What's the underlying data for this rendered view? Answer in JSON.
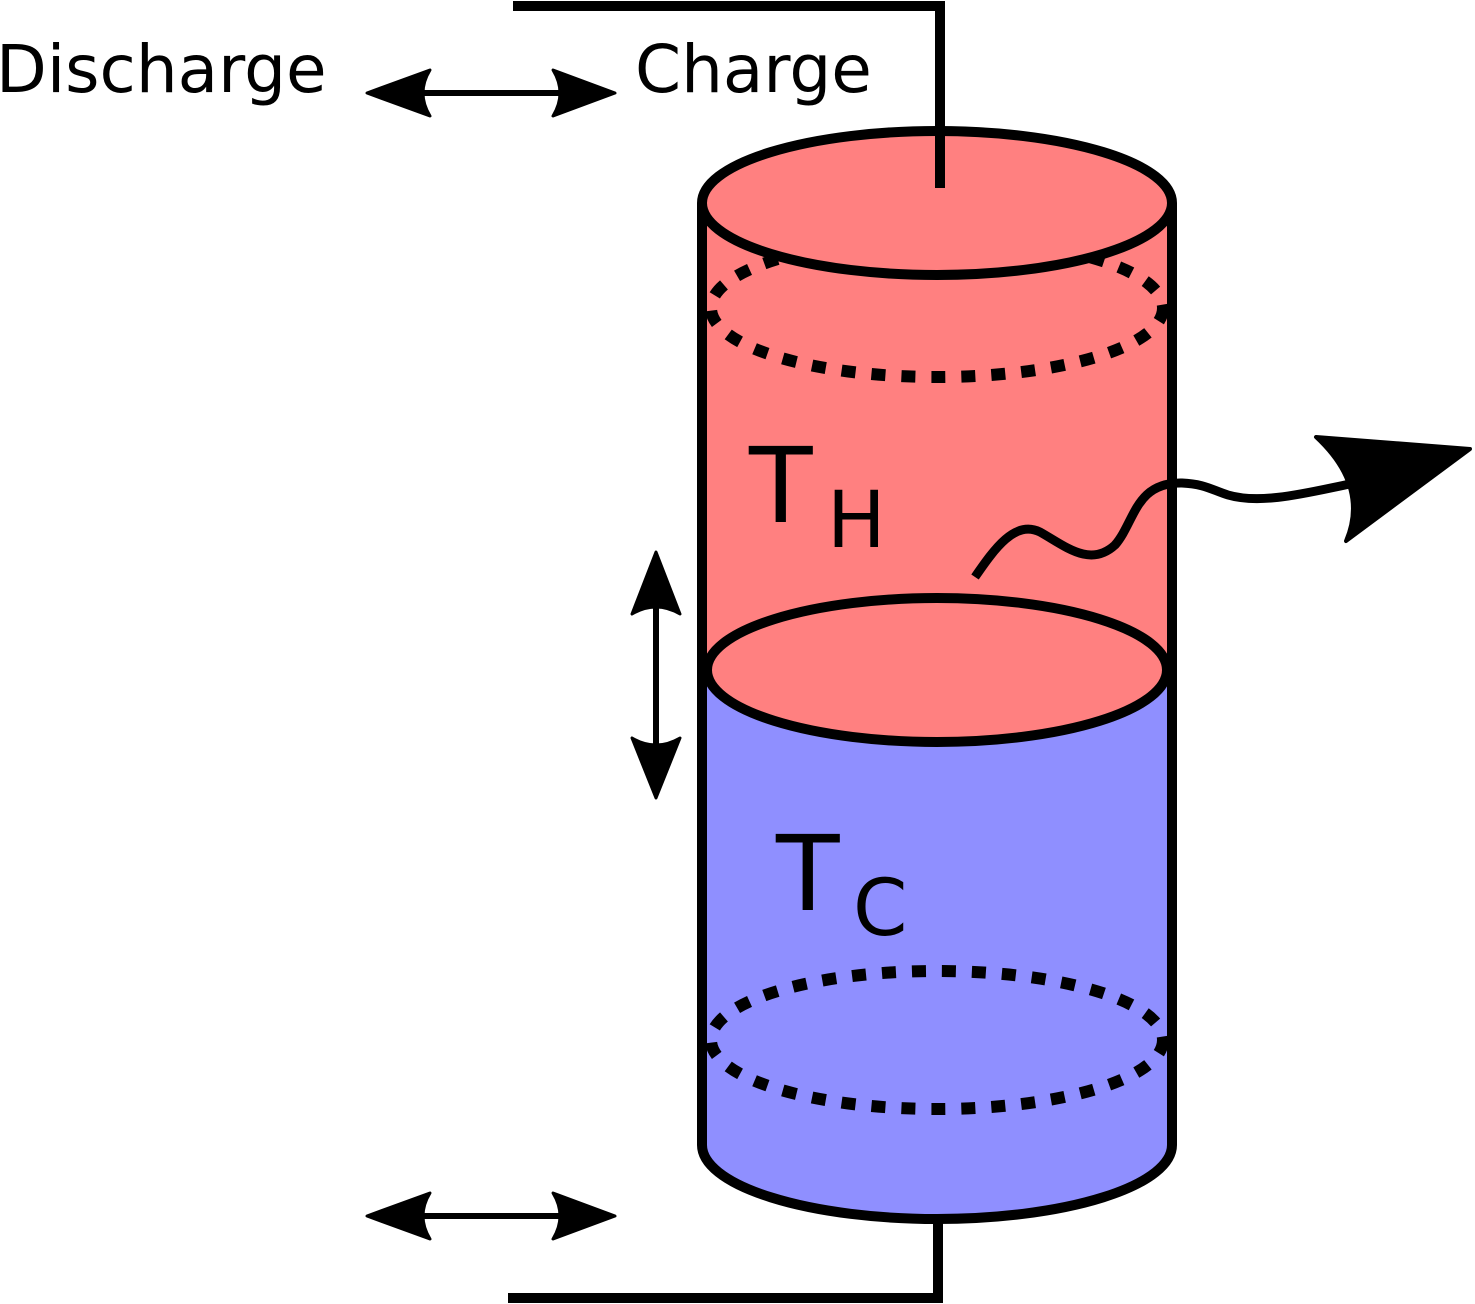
{
  "labels": {
    "discharge": "Discharge",
    "charge": "Charge",
    "hot_symbol": "T",
    "hot_subscript": "H",
    "cold_symbol": "T",
    "cold_subscript": "C"
  },
  "colors": {
    "hot_fluid": "#ff8080",
    "cold_fluid": "#8f8fff",
    "outline": "#000000",
    "background": "#ffffff"
  },
  "icons": {
    "flow_direction": "double-arrow-horizontal-icon",
    "thermocline_motion": "double-arrow-vertical-icon",
    "heat_loss": "wavy-arrow-icon"
  }
}
